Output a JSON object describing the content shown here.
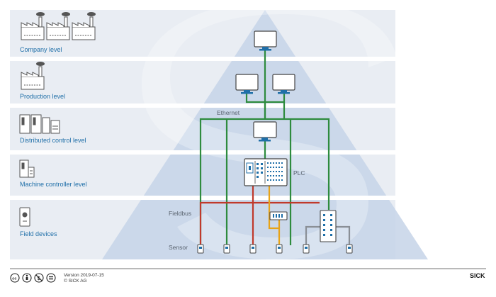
{
  "levels": [
    {
      "label": "Company level",
      "icon": "factory-group-icon"
    },
    {
      "label": "Production level",
      "icon": "factory-icon"
    },
    {
      "label": "Distributed control level",
      "icon": "control-cabinet-icon"
    },
    {
      "label": "Machine controller level",
      "icon": "machine-controller-icon"
    },
    {
      "label": "Field devices",
      "icon": "field-device-icon"
    }
  ],
  "network_labels": {
    "ethernet": "Ethernet",
    "plc": "PLC",
    "fieldbus": "Fieldbus",
    "sensor": "Sensor"
  },
  "footer": {
    "version": "Version 2019-07-15",
    "copyright": "© SICK AG",
    "brand": "SICK",
    "license_icons": [
      "cc-icon",
      "by-icon",
      "nc-icon",
      "nd-icon"
    ]
  },
  "colors": {
    "label_blue": "#1f6fa8",
    "band": "#e9edf3",
    "pyramid": "#c5d3e8",
    "ethernet_line": "#2e8b3e",
    "fieldbus_line": "#c0392b",
    "sub_bus_line": "#e8a317",
    "io_line": "#8a8f96"
  }
}
